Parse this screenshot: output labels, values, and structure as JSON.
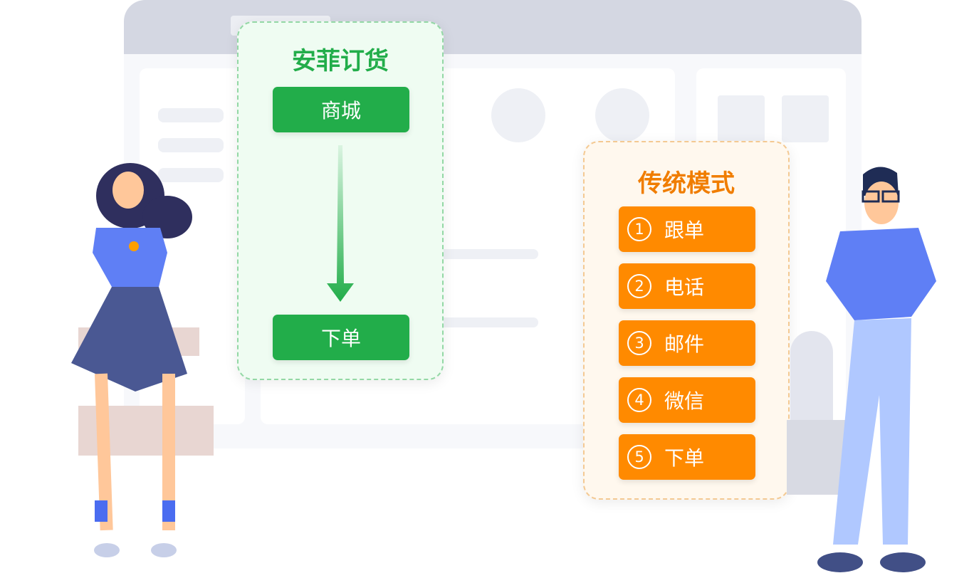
{
  "anfei": {
    "title": "安菲订货",
    "steps": [
      "商城",
      "下单"
    ]
  },
  "traditional": {
    "title": "传统模式",
    "steps": [
      {
        "num": "1",
        "label": "跟单"
      },
      {
        "num": "2",
        "label": "电话"
      },
      {
        "num": "3",
        "label": "邮件"
      },
      {
        "num": "4",
        "label": "微信"
      },
      {
        "num": "5",
        "label": "下单"
      }
    ]
  },
  "colors": {
    "green": "#22ad4a",
    "orange": "#ff8a00"
  }
}
